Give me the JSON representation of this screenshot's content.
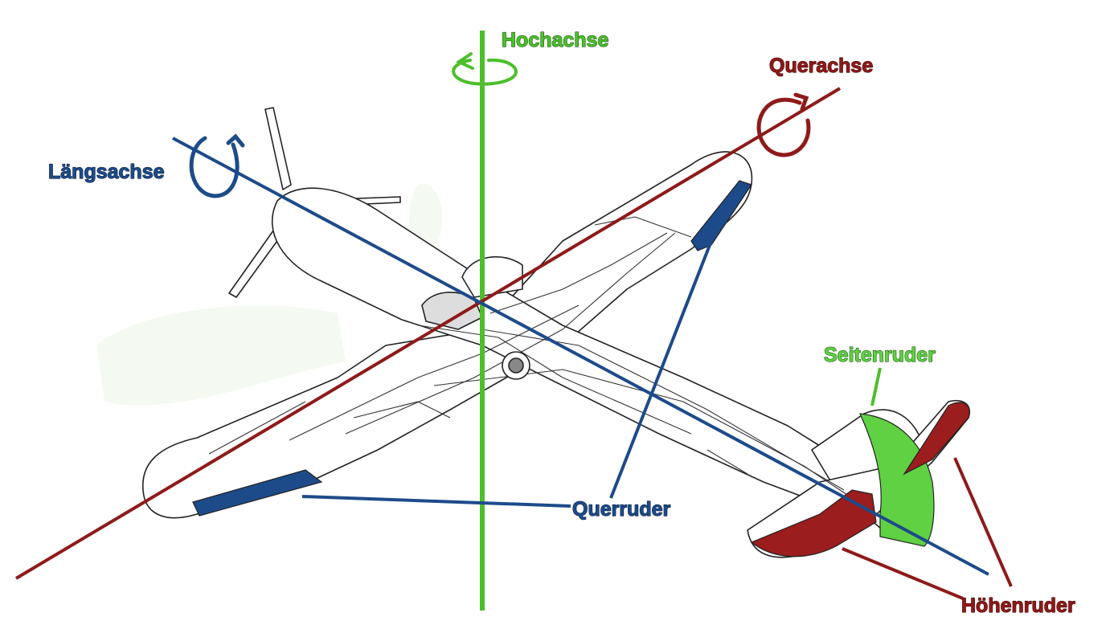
{
  "labels": {
    "yaw_axis": "Hochachse",
    "pitch_axis": "Querachse",
    "roll_axis": "Längsachse",
    "rudder": "Seitenruder",
    "ailerons": "Querruder",
    "elevators": "Höhenruder"
  },
  "colors": {
    "yaw": "#4cbf2a",
    "pitch": "#8e1a1a",
    "roll": "#1d4b8a",
    "rudder_fill": "#5fd143",
    "elevator_fill": "#9b1d1d",
    "aileron_fill": "#1d4b8a",
    "outline": "#222222"
  }
}
